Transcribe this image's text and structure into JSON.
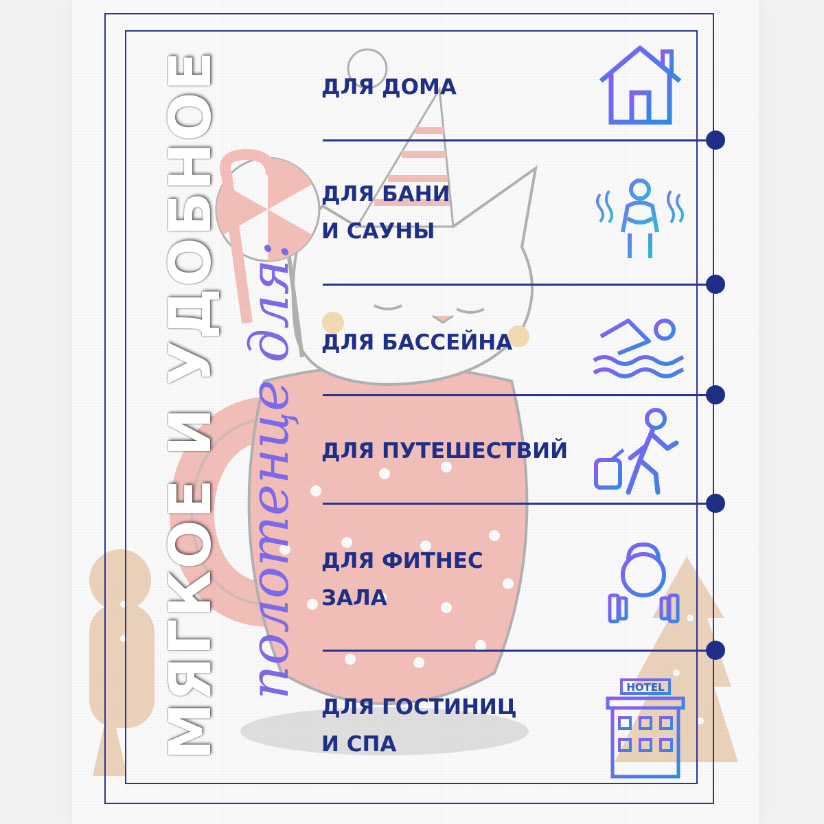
{
  "headline": "МЯГКОЕ И УДОБНОЕ",
  "subheadline": "полотенце для:",
  "items": [
    {
      "line1": "ДЛЯ ДОМА",
      "line2": "",
      "icon": "house-icon"
    },
    {
      "line1": "ДЛЯ БАНИ",
      "line2": "И САУНЫ",
      "icon": "sauna-icon"
    },
    {
      "line1": "ДЛЯ БАССЕЙНА",
      "line2": "",
      "icon": "swimmer-icon"
    },
    {
      "line1": "ДЛЯ ПУТЕШЕСТВИЙ",
      "line2": "",
      "icon": "traveler-icon"
    },
    {
      "line1": "ДЛЯ ФИТНЕС",
      "line2": "ЗАЛА",
      "icon": "fitness-icon"
    },
    {
      "line1": "ДЛЯ ГОСТИНИЦ",
      "line2": "И СПА",
      "icon": "hotel-icon"
    }
  ],
  "hotel_sign": "HOTEL",
  "colors": {
    "frame": "#2b3590",
    "text": "#1f2e87",
    "mug": "#ef8f85",
    "icon_gradient_start": "#8a5cf6",
    "icon_gradient_end": "#2e8ae6"
  }
}
